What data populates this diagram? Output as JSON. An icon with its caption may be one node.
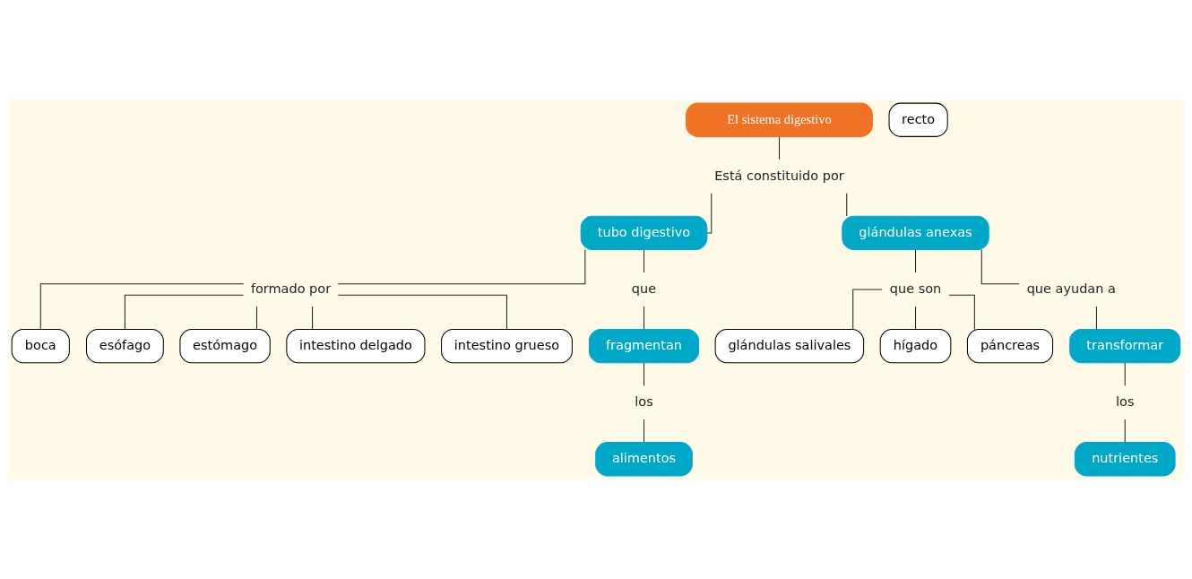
{
  "diagram": {
    "nodes": [
      {
        "text": [
          "El sistema digestivo"
        ]
      },
      {
        "text": [
          "Está constituido por"
        ]
      },
      {
        "text": [
          "tubo digestivo"
        ]
      },
      {
        "text": [
          "glándulas anexas"
        ]
      },
      {
        "text": [
          "formado por"
        ]
      },
      {
        "text": [
          "boca"
        ]
      },
      {
        "text": [
          "esófago"
        ]
      },
      {
        "text": [
          "estómago"
        ]
      },
      {
        "text": [
          "intestino delgado"
        ]
      },
      {
        "text": [
          "intestino grueso"
        ]
      },
      {
        "text": [
          "recto"
        ]
      },
      {
        "text": [
          "que son"
        ]
      },
      {
        "text": [
          "glándulas salivales"
        ]
      },
      {
        "text": [
          "hígado"
        ]
      },
      {
        "text": [
          "páncreas"
        ]
      },
      {
        "text": [
          "que"
        ]
      },
      {
        "text": [
          "fragmentan"
        ]
      },
      {
        "text": [
          "los"
        ]
      },
      {
        "text": [
          "alimentos"
        ]
      },
      {
        "text": [
          "que ayudan a"
        ]
      },
      {
        "text": [
          "transformar"
        ]
      },
      {
        "text": [
          "los"
        ]
      },
      {
        "text": [
          "nutrientes"
        ]
      }
    ],
    "edges": [
      {
        "from": 0,
        "to": 1,
        "arrow": "none"
      },
      {
        "from": 1,
        "to": 2,
        "arrow": "none"
      },
      {
        "from": 1,
        "to": 3,
        "arrow": "none"
      },
      {
        "from": 2,
        "to": 4,
        "arrow": "none"
      },
      {
        "from": 4,
        "to": 5,
        "arrow": "none"
      },
      {
        "from": 4,
        "to": 6,
        "arrow": "none"
      },
      {
        "from": 4,
        "to": 7,
        "arrow": "none"
      },
      {
        "from": 4,
        "to": 8,
        "arrow": "none"
      },
      {
        "from": 4,
        "to": 9,
        "arrow": "none"
      },
      {
        "from": 3,
        "to": 11,
        "arrow": "none"
      },
      {
        "from": 11,
        "to": 12,
        "arrow": "none"
      },
      {
        "from": 11,
        "to": 13,
        "arrow": "none"
      },
      {
        "from": 11,
        "to": 14,
        "arrow": "none"
      },
      {
        "from": 2,
        "to": 15,
        "arrow": "none"
      },
      {
        "from": 15,
        "to": 16,
        "arrow": "none"
      },
      {
        "from": 16,
        "to": 17,
        "arrow": "none"
      },
      {
        "from": 17,
        "to": 18,
        "arrow": "none"
      },
      {
        "from": 3,
        "to": 19,
        "arrow": "none"
      },
      {
        "from": 19,
        "to": 20,
        "arrow": "none"
      },
      {
        "from": 20,
        "to": 21,
        "arrow": "none"
      },
      {
        "from": 21,
        "to": 22,
        "arrow": "none"
      }
    ]
  }
}
